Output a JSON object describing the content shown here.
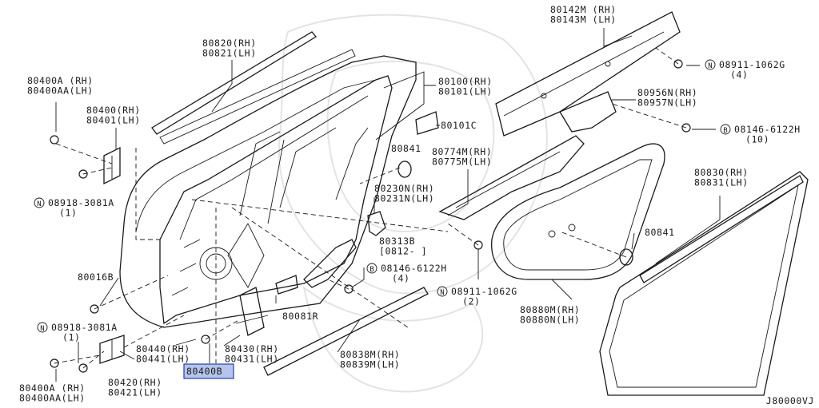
{
  "diagram": {
    "footer_code": "J80000VJ",
    "highlight_color": "#b4c4ec",
    "labels": [
      {
        "id": "l-80142M",
        "lines": [
          "80142M (RH)",
          "80143M (LH)"
        ],
        "icon": null
      },
      {
        "id": "l-08911a",
        "lines": [
          "08911-1062G",
          "(4)"
        ],
        "icon": "N"
      },
      {
        "id": "l-80956N",
        "lines": [
          "80956N(RH)",
          "80957N(LH)"
        ],
        "icon": null
      },
      {
        "id": "l-08146a",
        "lines": [
          "08146-6122H",
          "(10)"
        ],
        "icon": "B"
      },
      {
        "id": "l-80830",
        "lines": [
          "80830(RH)",
          "80831(LH)"
        ],
        "icon": null
      },
      {
        "id": "l-80820",
        "lines": [
          "80820(RH)",
          "80821(LH)"
        ],
        "icon": null
      },
      {
        "id": "l-80100",
        "lines": [
          "80100(RH)",
          "80101(LH)"
        ],
        "icon": null
      },
      {
        "id": "l-80101C",
        "lines": [
          "80101C"
        ],
        "icon": null
      },
      {
        "id": "l-80841a",
        "lines": [
          "80841"
        ],
        "icon": null
      },
      {
        "id": "l-80774M",
        "lines": [
          "80774M(RH)",
          "80775M(LH)"
        ],
        "icon": null
      },
      {
        "id": "l-80400A-top",
        "lines": [
          "80400A (RH)",
          "80400AA(LH)"
        ],
        "icon": null
      },
      {
        "id": "l-80400",
        "lines": [
          "80400(RH)",
          "80401(LH)"
        ],
        "icon": null
      },
      {
        "id": "l-08918a",
        "lines": [
          "08918-3081A",
          "(1)"
        ],
        "icon": "N"
      },
      {
        "id": "l-80230N",
        "lines": [
          "80230N(RH)",
          "80231N(LH)"
        ],
        "icon": null
      },
      {
        "id": "l-80313B",
        "lines": [
          "80313B",
          "[0812-     ]"
        ],
        "icon": null
      },
      {
        "id": "l-08146b",
        "lines": [
          "08146-6122H",
          "(4)"
        ],
        "icon": "B"
      },
      {
        "id": "l-08911b",
        "lines": [
          "08911-1062G",
          "(2)"
        ],
        "icon": "N"
      },
      {
        "id": "l-80841b",
        "lines": [
          "80841"
        ],
        "icon": null
      },
      {
        "id": "l-80016B",
        "lines": [
          "80016B"
        ],
        "icon": null
      },
      {
        "id": "l-80081R",
        "lines": [
          "80081R"
        ],
        "icon": null
      },
      {
        "id": "l-80880M",
        "lines": [
          "80880M(RH)",
          "80880N(LH)"
        ],
        "icon": null
      },
      {
        "id": "l-08918b",
        "lines": [
          "08918-3081A",
          "(1)"
        ],
        "icon": "N"
      },
      {
        "id": "l-80440",
        "lines": [
          "80440(RH)",
          "80441(LH)"
        ],
        "icon": null
      },
      {
        "id": "l-80430",
        "lines": [
          "80430(RH)",
          "80431(LH)"
        ],
        "icon": null
      },
      {
        "id": "l-80838M",
        "lines": [
          "80838M(RH)",
          "80839M(LH)"
        ],
        "icon": null
      },
      {
        "id": "l-80420",
        "lines": [
          "80420(RH)",
          "80421(LH)"
        ],
        "icon": null
      },
      {
        "id": "l-80400A-bot",
        "lines": [
          "80400A (RH)",
          "80400AA(LH)"
        ],
        "icon": null
      },
      {
        "id": "l-80400B",
        "lines": [
          "80400B"
        ],
        "icon": null
      }
    ]
  }
}
